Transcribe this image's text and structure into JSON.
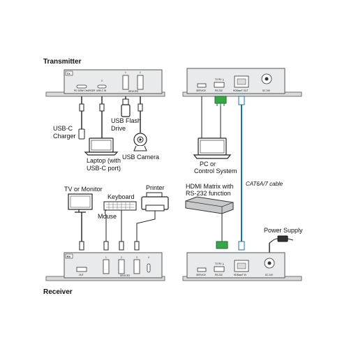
{
  "titles": {
    "transmitter": "Transmitter",
    "receiver": "Receiver"
  },
  "tx_unit": {
    "tag": "TX",
    "port_labels": [
      "PD 100W CHARGER",
      "USB-C IN",
      "DEVICES"
    ],
    "device_port_numbers": [
      "1",
      "2"
    ],
    "mid_port_number": "3"
  },
  "tx_back": {
    "port_labels": [
      "SERVICE",
      "RS-232",
      "HDBaseT OUT",
      "DC 24V"
    ],
    "rs232_pins": "TX RX ⏚"
  },
  "rx_unit": {
    "tag": "RX",
    "port_labels": [
      "OUT",
      "DEVICES"
    ],
    "device_port_numbers": [
      "1",
      "2",
      "3",
      "4"
    ]
  },
  "rx_back": {
    "port_labels": [
      "SERVICE",
      "RS-232",
      "HDBaseT IN",
      "DC 24V"
    ],
    "rs232_pins": "TX RX ⏚"
  },
  "labels": {
    "usbc_charger": [
      "USB-C",
      "Charger"
    ],
    "laptop_usbc": [
      "Laptop (with",
      "USB-C port)"
    ],
    "usb_flash": [
      "USB Flash",
      "Drive"
    ],
    "usb_camera": "USB Camera",
    "pc_control": [
      "PC or",
      "Control System"
    ],
    "cat_cable": "CAT6A/7 cable",
    "tv_monitor": "TV or Monitor",
    "keyboard": "Keyboard",
    "printer": "Printer",
    "mouse": "Mouse",
    "hdmi_matrix": [
      "HDMI Matrix with",
      "RS-232 function"
    ],
    "power_supply": "Power Supply"
  },
  "colors": {
    "ethernet": "#1f6f9e",
    "terminal": "#3aa648",
    "plate": "#e9eaeb"
  }
}
